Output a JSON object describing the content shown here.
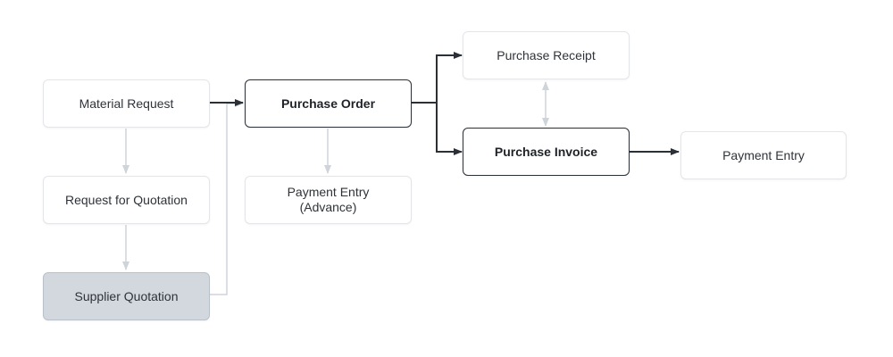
{
  "nodes": {
    "material_request": "Material Request",
    "request_for_quotation": "Request for Quotation",
    "supplier_quotation": "Supplier Quotation",
    "purchase_order": "Purchase Order",
    "payment_entry_advance": "Payment Entry\n(Advance)",
    "purchase_receipt": "Purchase Receipt",
    "purchase_invoice": "Purchase Invoice",
    "payment_entry": "Payment Entry"
  },
  "colors": {
    "dark_edge": "#2b2f36",
    "light_edge": "#cfd4da",
    "node_border": "#e3e5e8",
    "active_border": "#2b2f36",
    "filled_node": "#d3d8de"
  }
}
